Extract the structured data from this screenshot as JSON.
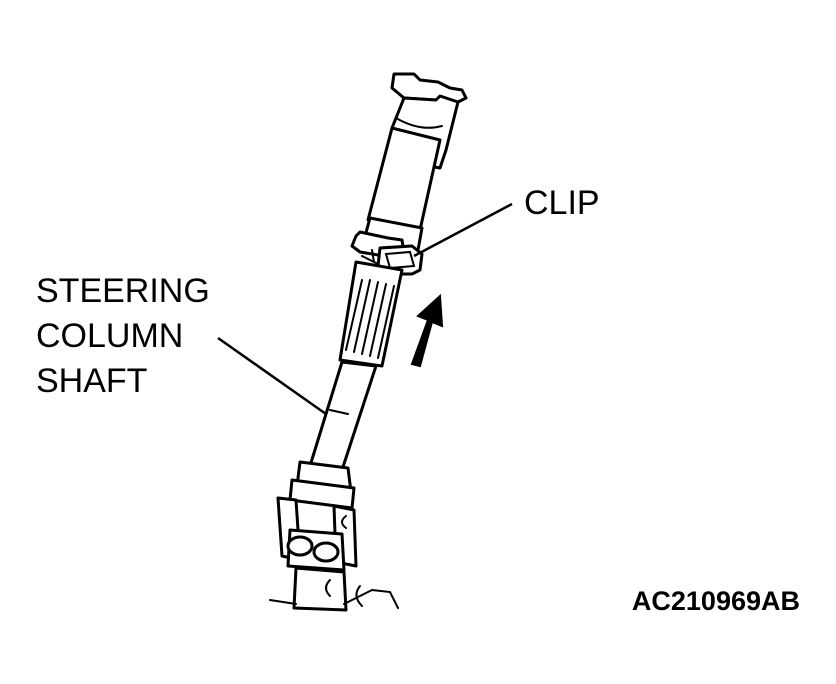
{
  "labels": {
    "clip": "CLIP",
    "steering_line1": "STEERING",
    "steering_line2": "COLUMN",
    "steering_line3": "SHAFT"
  },
  "figure_id": "AC210969AB",
  "colors": {
    "line": "#000000",
    "background": "#ffffff"
  }
}
